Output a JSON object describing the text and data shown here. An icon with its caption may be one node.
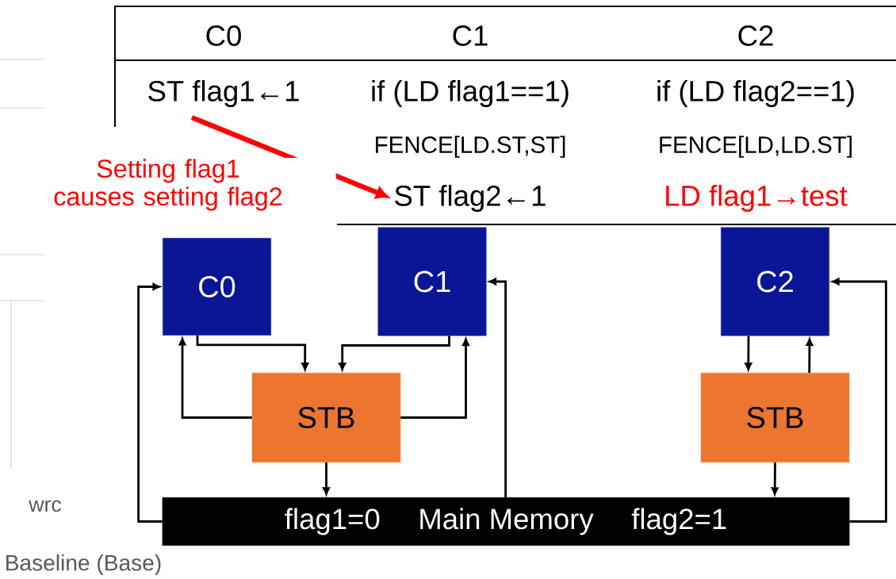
{
  "diagram": {
    "nodes": [
      {
        "text": [
          "ST flag1←1"
        ]
      },
      {
        "text": [
          "ST flag2←1"
        ]
      },
      {
        "text": [
          "C0"
        ]
      },
      {
        "text": [
          "C1"
        ]
      },
      {
        "text": [
          "C2"
        ]
      },
      {
        "text": [
          "STB"
        ]
      },
      {
        "text": [
          "STB"
        ]
      },
      {
        "text": [
          "flag1=0",
          "Main Memory",
          "flag2=1"
        ]
      }
    ],
    "edges": [
      {
        "from": 0,
        "to": 1,
        "arrow": "to",
        "style": "thick",
        "color": "#ff0000"
      },
      {
        "from": 7,
        "to": 2,
        "arrow": "to"
      },
      {
        "from": 2,
        "to": 5,
        "arrow": "to"
      },
      {
        "from": 3,
        "to": 5,
        "arrow": "to"
      },
      {
        "from": 5,
        "to": 2,
        "arrow": "to"
      },
      {
        "from": 5,
        "to": 3,
        "arrow": "to"
      },
      {
        "from": 5,
        "to": 7,
        "arrow": "to"
      },
      {
        "from": 7,
        "to": 3,
        "arrow": "to"
      },
      {
        "from": 4,
        "to": 6,
        "arrow": "to"
      },
      {
        "from": 6,
        "to": 4,
        "arrow": "to"
      },
      {
        "from": 6,
        "to": 7,
        "arrow": "to"
      },
      {
        "from": 7,
        "to": 4,
        "arrow": "to"
      }
    ],
    "labels": [
      "C0",
      "C1",
      "C2",
      "if (LD flag1==1)",
      "if (LD flag2==1)",
      "FENCE[LD.ST,ST]",
      "FENCE[LD,LD.ST]",
      "LD flag1→test",
      "Setting flag1 causes setting flag2",
      "wrc",
      "Baseline (Base)"
    ]
  }
}
